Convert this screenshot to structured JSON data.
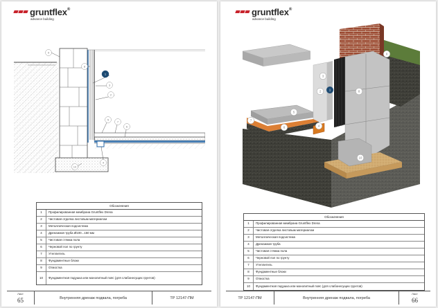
{
  "brand": {
    "name": "gruntflex",
    "reg": "®",
    "tagline": "advance building"
  },
  "legend_header": "Обозначения",
  "left_page": {
    "sheet_label": "Лист",
    "sheet_number": "65",
    "title": "Внутренняя дренаж подвала, погреба",
    "code": "ТР 12147-ПМ",
    "legend": [
      {
        "n": "1",
        "text": "Профилированная мембрана Gruntflex Drena"
      },
      {
        "n": "2",
        "text": "Чистовая отделка листовым материалом"
      },
      {
        "n": "3",
        "text": "Металлическая подсистема"
      },
      {
        "n": "4",
        "text": "Дренажная труба Ø100...150 мм"
      },
      {
        "n": "5",
        "text": "Чистовая стяжка пола"
      },
      {
        "n": "6",
        "text": "Черновой пол по грунту"
      },
      {
        "n": "7",
        "text": "Утеплитель"
      },
      {
        "n": "8",
        "text": "Фундаментные блоки"
      },
      {
        "n": "9",
        "text": "Отмостка"
      },
      {
        "n": "10",
        "text": "Фундаментная подушка или монолитный пояс (для слабонесущих грунтов)"
      }
    ]
  },
  "right_page": {
    "sheet_label": "Лист",
    "sheet_number": "66",
    "title": "Внутренняя дренаж подвала, погреба",
    "code": "ТР 12147-ПМ",
    "legend": [
      {
        "n": "1",
        "text": "Профилированная мембрана Gruntflex Drena"
      },
      {
        "n": "2",
        "text": "Чистовая отделка листовым материалом"
      },
      {
        "n": "3",
        "text": "Металлическая подсистема"
      },
      {
        "n": "4",
        "text": "Дренажная труба"
      },
      {
        "n": "5",
        "text": "Чистовая стяжка пола"
      },
      {
        "n": "6",
        "text": "Черновой пол по грунту"
      },
      {
        "n": "7",
        "text": "Утеплитель"
      },
      {
        "n": "8",
        "text": "Фундаментные блоки"
      },
      {
        "n": "9",
        "text": "Отмостка"
      },
      {
        "n": "10",
        "text": "Фундаментная подушка или монолитный пояс (для слабонесущих грунтов)"
      }
    ]
  },
  "section_callouts": [
    "1",
    "2",
    "3",
    "4",
    "5",
    "6",
    "7",
    "8",
    "9",
    "10"
  ],
  "render_callouts": [
    "1",
    "2",
    "3",
    "4",
    "5",
    "6",
    "7",
    "8",
    "9",
    "10"
  ],
  "colors": {
    "brand_red": "#c8232c",
    "membrane_blue": "#2a6aa8",
    "callout_dark": "#1d4a72",
    "brick": "#9c4a32",
    "soil": "#3e3e38",
    "pipe": "#d87a20"
  }
}
